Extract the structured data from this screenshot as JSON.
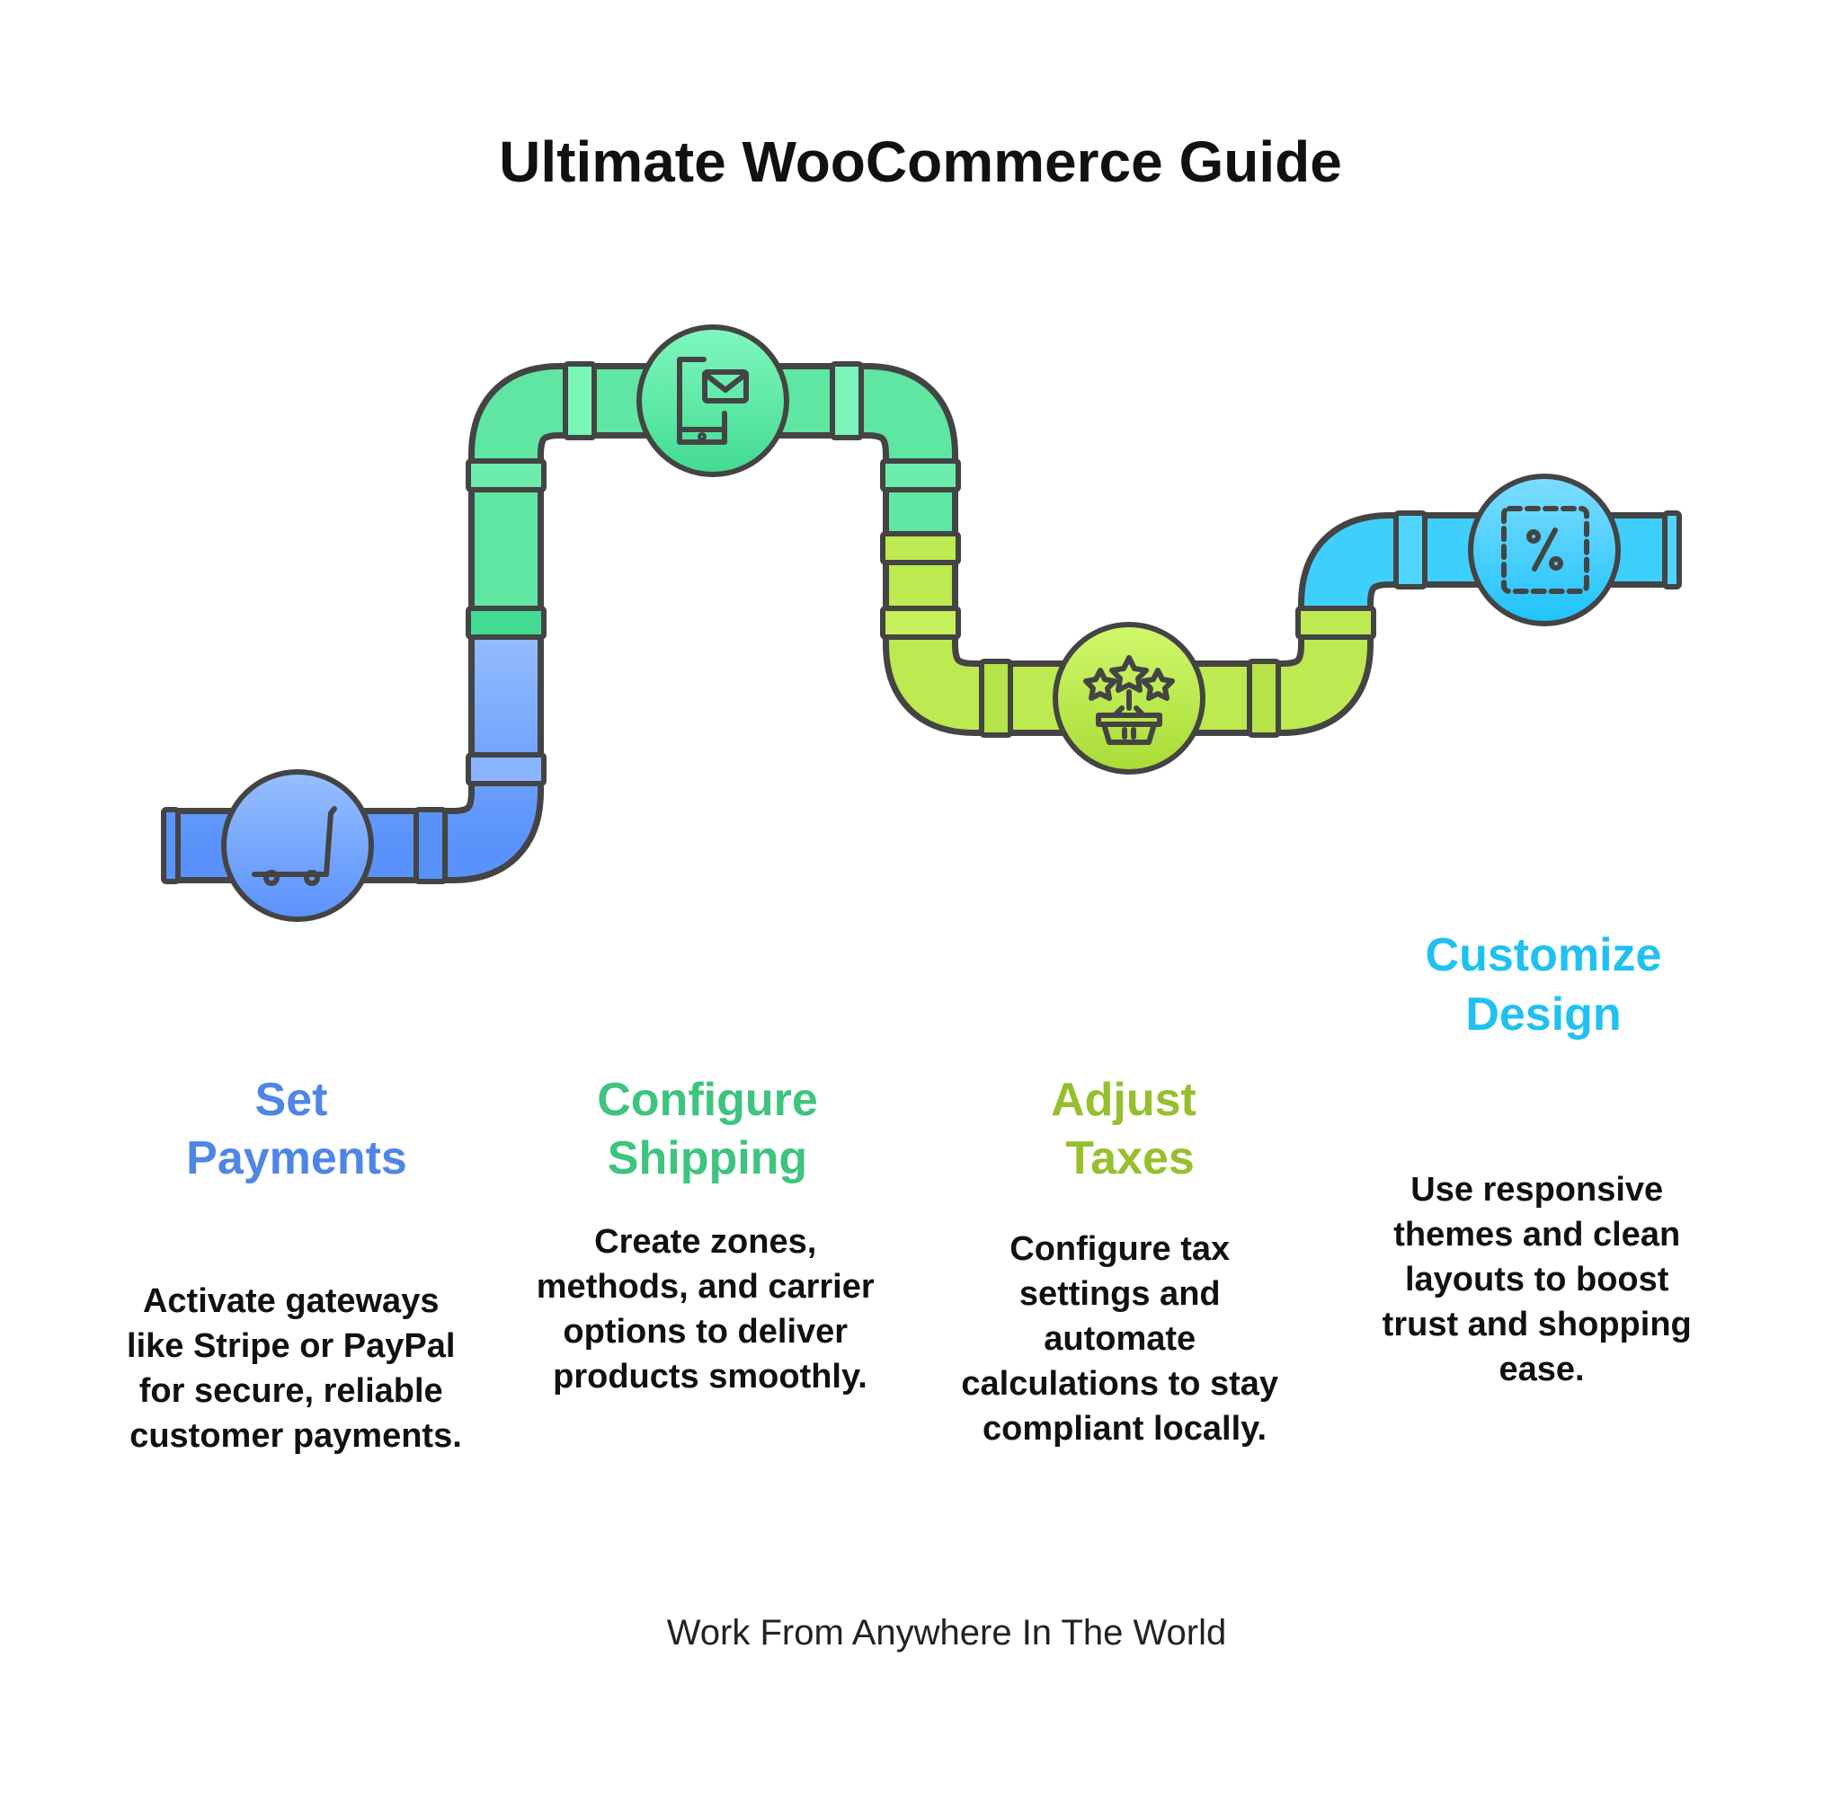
{
  "title": "Ultimate WooCommerce Guide",
  "colors": {
    "payments": "#4f86e6",
    "shipping": "#3dc47e",
    "taxes": "#96bf2e",
    "design": "#1fc1f0",
    "outline": "#444444"
  },
  "steps": [
    {
      "id": "payments",
      "icon": "shopping-cart-icon",
      "heading": [
        "Set",
        "Payments"
      ],
      "description": [
        "Activate gateways",
        "like Stripe or PayPal",
        "for secure, reliable",
        "customer payments."
      ]
    },
    {
      "id": "shipping",
      "icon": "mobile-mail-icon",
      "heading": [
        "Configure",
        "Shipping"
      ],
      "description": [
        "Create zones,",
        "methods, and carrier",
        "options to deliver",
        "products smoothly."
      ]
    },
    {
      "id": "taxes",
      "icon": "star-basket-icon",
      "heading": [
        "Adjust",
        "Taxes"
      ],
      "description": [
        "Configure tax",
        "settings and",
        "automate",
        "calculations to stay",
        "compliant locally."
      ]
    },
    {
      "id": "design",
      "icon": "percent-tag-icon",
      "heading": [
        "Customize",
        "Design"
      ],
      "description": [
        "Use responsive",
        "themes and clean",
        "layouts to boost",
        "trust and shopping",
        "ease."
      ]
    }
  ],
  "footer": "Work From Anywhere In The World"
}
